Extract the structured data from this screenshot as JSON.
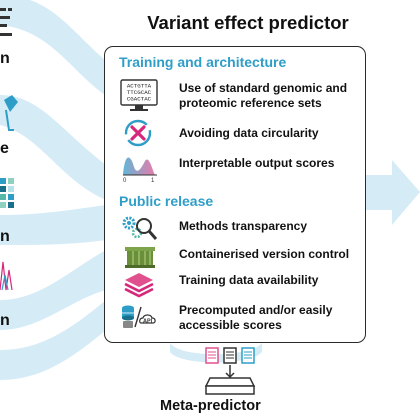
{
  "title": "Variant effect predictor",
  "left_labels": [
    "n",
    "e",
    "n",
    "n"
  ],
  "sections": [
    {
      "heading": "Training and architecture",
      "items": [
        {
          "icon": "reference-sequence-monitor-icon",
          "monitor_lines": [
            "ACTGTTA",
            "TTCGCAC",
            "CGACTAC"
          ],
          "text_line1": "Use of standard genomic and",
          "text_line2": "proteomic reference sets"
        },
        {
          "icon": "data-circularity-x-icon",
          "text_line1": "Avoiding data circularity"
        },
        {
          "icon": "score-distribution-icon",
          "axis_min": "0",
          "axis_max": "1",
          "text_line1": "Interpretable output scores"
        }
      ]
    },
    {
      "heading": "Public release",
      "items": [
        {
          "icon": "gears-magnifier-icon",
          "text_line1": "Methods transparency"
        },
        {
          "icon": "container-icon",
          "text_line1": "Containerised version control"
        },
        {
          "icon": "layers-icon",
          "text_line1": "Training data availability"
        },
        {
          "icon": "database-cloud-api-icon",
          "api_label": "API",
          "text_line1": "Precomputed and/or easily",
          "text_line2": "accessible scores"
        }
      ]
    }
  ],
  "meta_predictor": {
    "label": "Meta-predictor",
    "icon": "documents-into-box-icon"
  },
  "colors": {
    "flow": "#d5ecf7",
    "accent": "#2e9ec9",
    "pink": "#e0508e",
    "magenta": "#d6287a",
    "gray": "#666666",
    "green": "#6a8f3a"
  }
}
